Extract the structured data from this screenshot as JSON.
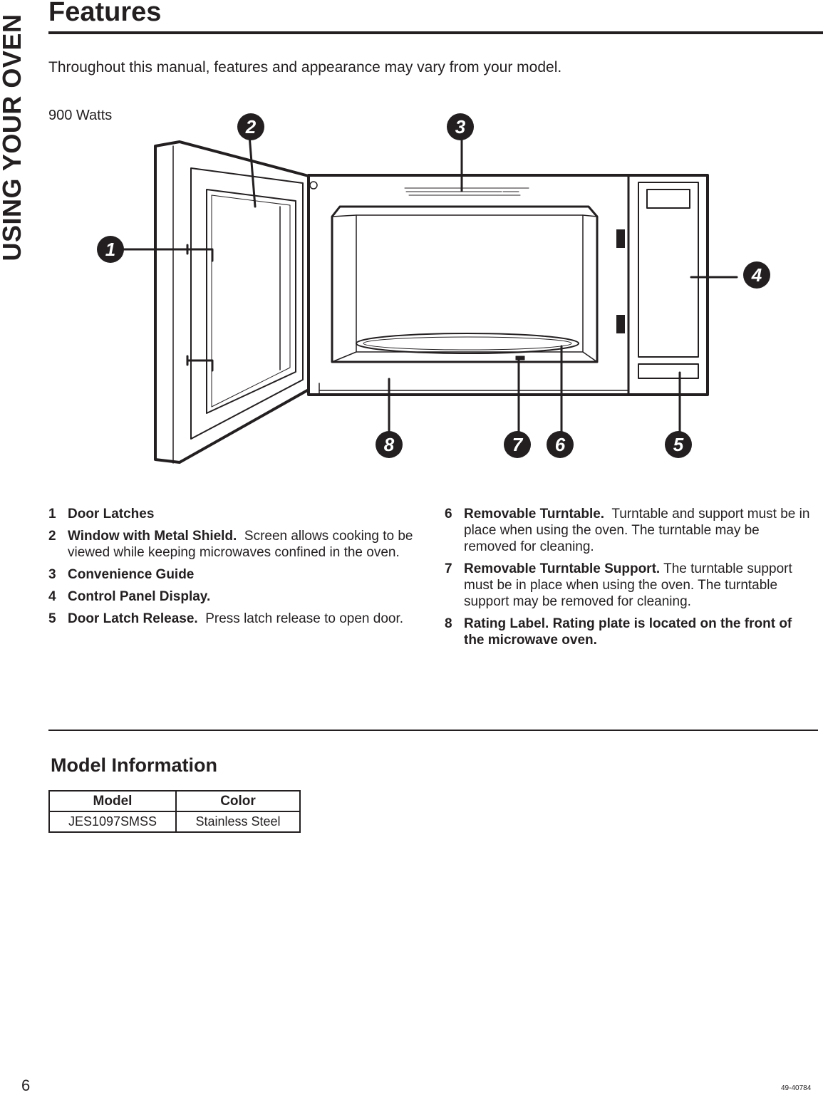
{
  "side_tab": "USING YOUR OVEN",
  "title": "Features",
  "intro": "Throughout this manual, features and appearance may vary from your model.",
  "wattage": "900 Watts",
  "callout_numbers": [
    "1",
    "2",
    "3",
    "4",
    "5",
    "6",
    "7",
    "8"
  ],
  "features_left": [
    {
      "num": "1",
      "term": "Door Latches",
      "desc": ""
    },
    {
      "num": "2",
      "term": "Window with Metal Shield.",
      "desc": "Screen allows cooking to be viewed while keeping microwaves confined in the oven."
    },
    {
      "num": "3",
      "term": "Convenience Guide",
      "desc": ""
    },
    {
      "num": "4",
      "term": "Control Panel Display.",
      "desc": ""
    },
    {
      "num": "5",
      "term": "Door Latch Release.",
      "desc": "Press latch release to open door."
    }
  ],
  "features_right": [
    {
      "num": "6",
      "term": "Removable Turntable.",
      "desc": "Turntable and support must be in place when using the oven. The turntable may be removed for cleaning."
    },
    {
      "num": "7",
      "term": "Removable Turntable Support.",
      "desc": "The turntable support must be in place when using the oven. The turntable support may be removed for cleaning."
    },
    {
      "num": "8",
      "term": "Rating Label.",
      "desc": "Rating plate is located on the front of the microwave oven."
    }
  ],
  "model_info": {
    "title": "Model Information",
    "headers": [
      "Model",
      "Color"
    ],
    "rows": [
      [
        "JES1097SMSS",
        "Stainless Steel"
      ]
    ]
  },
  "page_number": "6",
  "doc_code": "49-40784"
}
